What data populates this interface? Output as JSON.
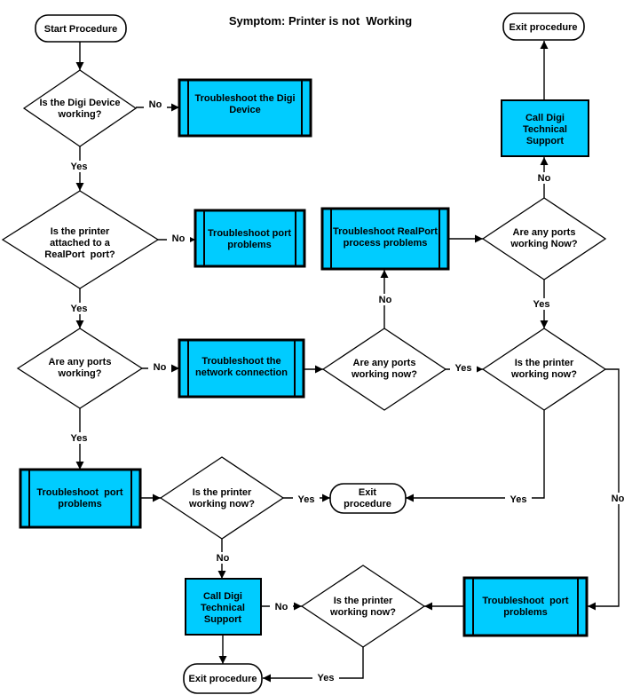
{
  "title": "Symptom: Printer is not  Working",
  "labels": {
    "yes": "Yes",
    "no": "No"
  },
  "colors": {
    "process_fill": "#00CCFF",
    "line": "#000000",
    "background": "#FFFFFF"
  },
  "nodes": {
    "start": {
      "type": "terminator",
      "lines": [
        "Start Procedure"
      ]
    },
    "exit_top": {
      "type": "terminator",
      "lines": [
        "Exit procedure"
      ]
    },
    "exit_mid": {
      "type": "terminator",
      "lines": [
        "Exit",
        "procedure"
      ]
    },
    "exit_bottom": {
      "type": "terminator",
      "lines": [
        "Exit procedure"
      ]
    },
    "d1": {
      "type": "decision",
      "lines": [
        "Is the Digi Device",
        "working?"
      ]
    },
    "d2": {
      "type": "decision",
      "lines": [
        "Is the printer",
        "attached to a",
        "RealPort  port?"
      ]
    },
    "d3": {
      "type": "decision",
      "lines": [
        "Are any ports",
        "working?"
      ]
    },
    "d4": {
      "type": "decision",
      "lines": [
        "Are any ports",
        "working now?"
      ]
    },
    "d5": {
      "type": "decision",
      "lines": [
        "Is the printer",
        "working now?"
      ]
    },
    "d6": {
      "type": "decision",
      "lines": [
        "Are any ports",
        "working Now?"
      ]
    },
    "d7": {
      "type": "decision",
      "lines": [
        "Is the printer",
        "working now?"
      ]
    },
    "d8": {
      "type": "decision",
      "lines": [
        "Is the printer",
        "working now?"
      ]
    },
    "b1": {
      "type": "process",
      "lines": [
        "Troubleshoot the Digi",
        "Device"
      ]
    },
    "b2": {
      "type": "process",
      "lines": [
        "Troubleshoot port",
        "problems"
      ]
    },
    "b3": {
      "type": "process",
      "lines": [
        "Troubleshoot RealPort",
        "process problems"
      ]
    },
    "b4": {
      "type": "process",
      "lines": [
        "Troubleshoot the",
        "network connection"
      ]
    },
    "b5": {
      "type": "process",
      "lines": [
        "Troubleshoot  port",
        "problems"
      ]
    },
    "b6": {
      "type": "process",
      "lines": [
        "Troubleshoot  port",
        "problems"
      ]
    },
    "c1": {
      "type": "process",
      "lines": [
        "Call Digi",
        "Technical",
        "Support"
      ]
    },
    "c2": {
      "type": "process",
      "lines": [
        "Call Digi",
        "Technical",
        "Support"
      ]
    }
  },
  "edges": [
    {
      "from": "start",
      "to": "is-digi-device-working",
      "label": ""
    },
    {
      "from": "is-digi-device-working",
      "to": "troubleshoot-digi-device",
      "label": "No"
    },
    {
      "from": "is-digi-device-working",
      "to": "is-printer-attached-realport",
      "label": "Yes"
    },
    {
      "from": "is-printer-attached-realport",
      "to": "troubleshoot-port-problems-1",
      "label": "No"
    },
    {
      "from": "is-printer-attached-realport",
      "to": "are-any-ports-working",
      "label": "Yes"
    },
    {
      "from": "are-any-ports-working",
      "to": "troubleshoot-network-connection",
      "label": "No"
    },
    {
      "from": "troubleshoot-network-connection",
      "to": "are-any-ports-working-now",
      "label": ""
    },
    {
      "from": "are-any-ports-working-now",
      "to": "troubleshoot-realport-process",
      "label": "No"
    },
    {
      "from": "troubleshoot-realport-process",
      "to": "are-any-ports-working-now-2",
      "label": ""
    },
    {
      "from": "are-any-ports-working-now-2",
      "to": "call-digi-support-top",
      "label": "No"
    },
    {
      "from": "call-digi-support-top",
      "to": "exit-procedure-top",
      "label": ""
    },
    {
      "from": "are-any-ports-working-now-2",
      "to": "is-printer-working-now-right",
      "label": "Yes"
    },
    {
      "from": "are-any-ports-working-now",
      "to": "is-printer-working-now-right",
      "label": "Yes"
    },
    {
      "from": "is-printer-working-now-right",
      "to": "exit-procedure-middle",
      "label": "Yes"
    },
    {
      "from": "is-printer-working-now-right",
      "to": "troubleshoot-port-problems-3",
      "label": "No"
    },
    {
      "from": "troubleshoot-port-problems-3",
      "to": "is-printer-working-now-bottom",
      "label": ""
    },
    {
      "from": "are-any-ports-working",
      "to": "troubleshoot-port-problems-2",
      "label": "Yes"
    },
    {
      "from": "troubleshoot-port-problems-2",
      "to": "is-printer-working-now-left",
      "label": ""
    },
    {
      "from": "is-printer-working-now-left",
      "to": "exit-procedure-middle",
      "label": "Yes"
    },
    {
      "from": "is-printer-working-now-left",
      "to": "call-digi-support-bottom",
      "label": "No"
    },
    {
      "from": "call-digi-support-bottom",
      "to": "is-printer-working-now-bottom",
      "label": "No"
    },
    {
      "from": "call-digi-support-bottom",
      "to": "exit-procedure-bottom",
      "label": ""
    },
    {
      "from": "is-printer-working-now-bottom",
      "to": "exit-procedure-bottom",
      "label": "Yes"
    }
  ]
}
